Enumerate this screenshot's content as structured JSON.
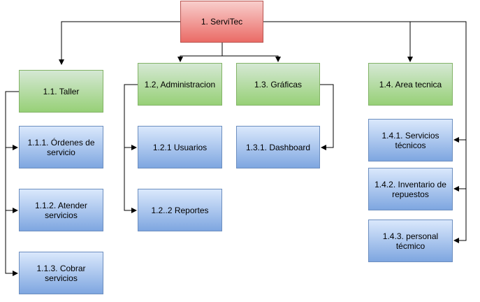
{
  "diagram": {
    "root": {
      "label": "1. ServiTec"
    },
    "branches": [
      {
        "label": "1.1. Taller",
        "children": [
          "1.1.1. Órdenes de servicio",
          "1.1.2. Atender servicios",
          "1.1.3.  Cobrar servicios"
        ]
      },
      {
        "label": "1.2, Administracion",
        "children": [
          "1.2.1 Usuarios",
          "1.2..2 Reportes"
        ]
      },
      {
        "label": "1.3. Gráficas",
        "children": [
          "1.3.1. Dashboard"
        ]
      },
      {
        "label": "1.4. Area tecnica",
        "children": [
          "1.4.1. Servicios técnicos",
          "1.4.2. Inventario de repuestos",
          "1.4.3. personal técmico"
        ]
      }
    ]
  }
}
